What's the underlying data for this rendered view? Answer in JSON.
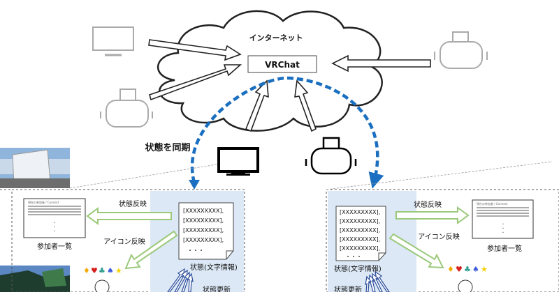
{
  "cloud": {
    "label": "インターネット"
  },
  "server": {
    "label": "VRChat"
  },
  "sync_label": "状態を同期",
  "left_panel": {
    "sheet_lines": [
      "[XXXXXXXXX],",
      "[XXXXXXXXX],",
      "[XXXXXXXXX],",
      "[XXXXXXXXX],",
      "・・・"
    ],
    "state_label": "状態(文字情報)",
    "update_label": "状態更新",
    "reflect_label": "状態反映",
    "icon_reflect_label": "アイコン反映",
    "list_label": "参加者一覧",
    "list_header": "現在の参加者 / Connect"
  },
  "right_panel": {
    "sheet_lines": [
      "[XXXXXXXXX],",
      "[XXXXXXXXX],",
      "[XXXXXXXXX],",
      "[XXXXXXXXX],",
      "[XXXXXXXXX],",
      "・・・"
    ],
    "state_label": "状態(文字情報)",
    "update_label": "状態更新",
    "reflect_label": "状態反映",
    "icon_reflect_label": "アイコン反映",
    "list_label": "参加者一覧",
    "list_header": "現在の参加者 / Connect"
  },
  "icons": [
    "♦",
    "♥",
    "♣",
    "♠",
    "★"
  ],
  "colors": {
    "sync_arrow": "#1a6fc0",
    "reflect_arrow": "#9bc97a",
    "panel_fill": "#dce8f5",
    "icon_diamond": "#f2a900",
    "icon_heart": "#d62020",
    "icon_club": "#2a9d8f",
    "icon_spade": "#3b5bdb",
    "icon_star": "#f5d000",
    "update_arrow": "#2b4c9b"
  }
}
